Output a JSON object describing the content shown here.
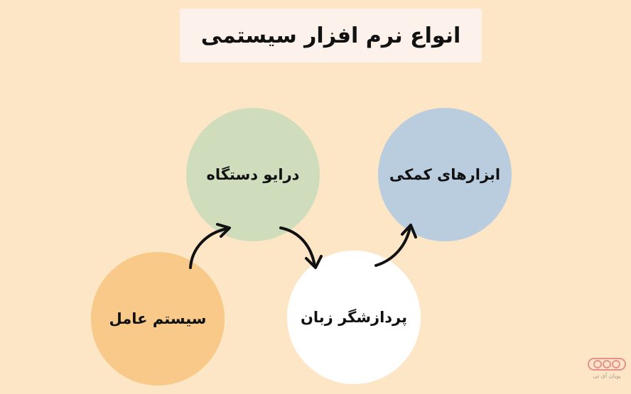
{
  "title": "انواع نرم افزار سیستمی",
  "nodes": {
    "os": "سیستم عامل",
    "driver": "درایو دستگاه",
    "language_processor": "پردازشگر زبان",
    "utilities": "ابزارهای کمکی"
  },
  "logo": {
    "text": "پویان آی تی"
  },
  "colors": {
    "background": "#fde6c6",
    "os": "#f8c989",
    "driver": "#d0ddbc",
    "language_processor": "#ffffff",
    "utilities": "#bacddf",
    "logo": "#e88f8f"
  }
}
